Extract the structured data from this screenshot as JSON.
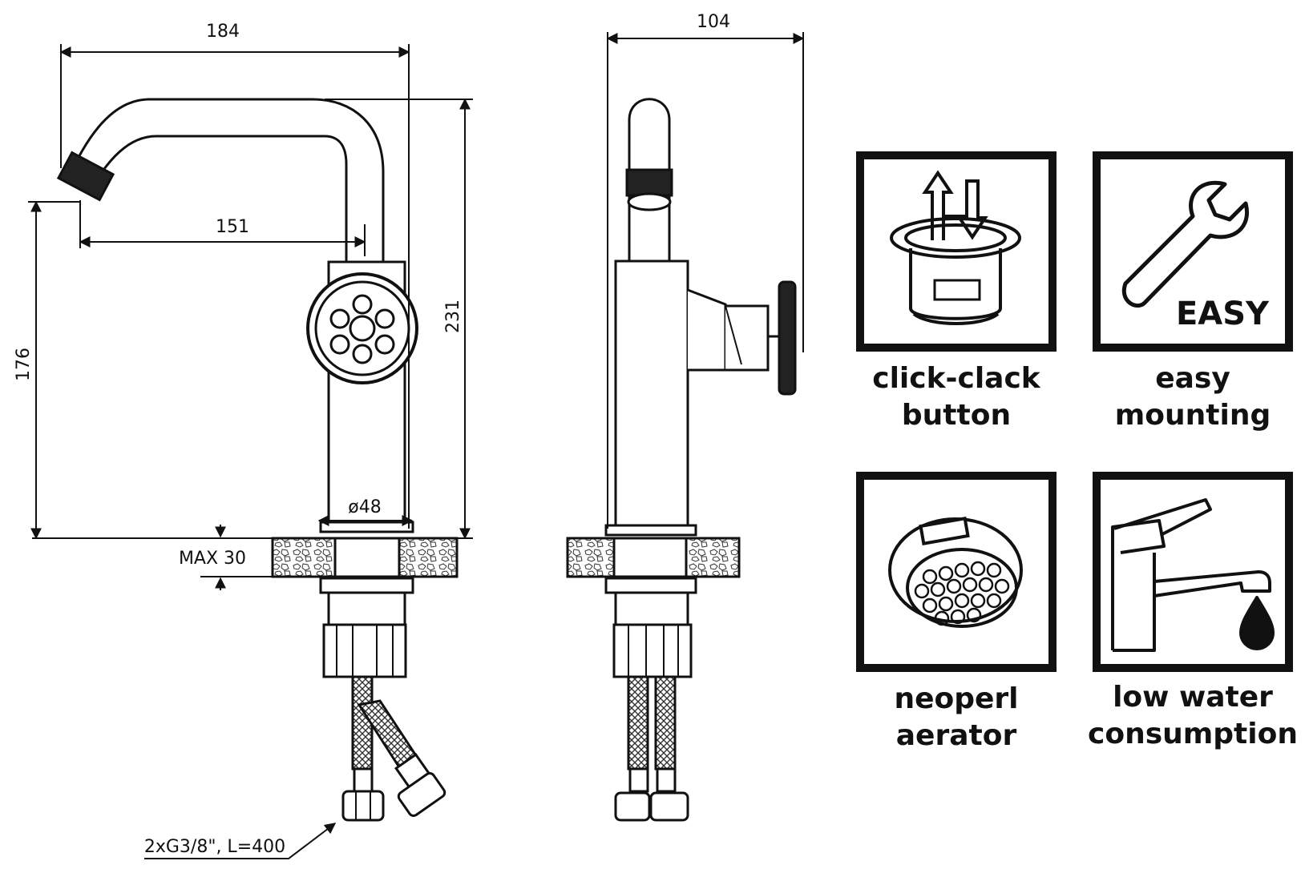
{
  "dimensions": {
    "width_total": "184",
    "spout_reach": "151",
    "height_total": "231",
    "spout_height": "176",
    "base_diameter": "ø48",
    "max_counter": "MAX 30",
    "hoses": "2xG3/8\", L=400",
    "side_width": "104"
  },
  "features": [
    {
      "line1": "click-clack",
      "line2": "button",
      "icon": "pop-up-drain-icon"
    },
    {
      "line1": "easy",
      "line2": "mounting",
      "icon": "wrench-icon",
      "badge": "EASY"
    },
    {
      "line1": "neoperl",
      "line2": "aerator",
      "icon": "aerator-icon"
    },
    {
      "line1": "low water",
      "line2": "consumption",
      "icon": "faucet-drop-icon"
    }
  ]
}
